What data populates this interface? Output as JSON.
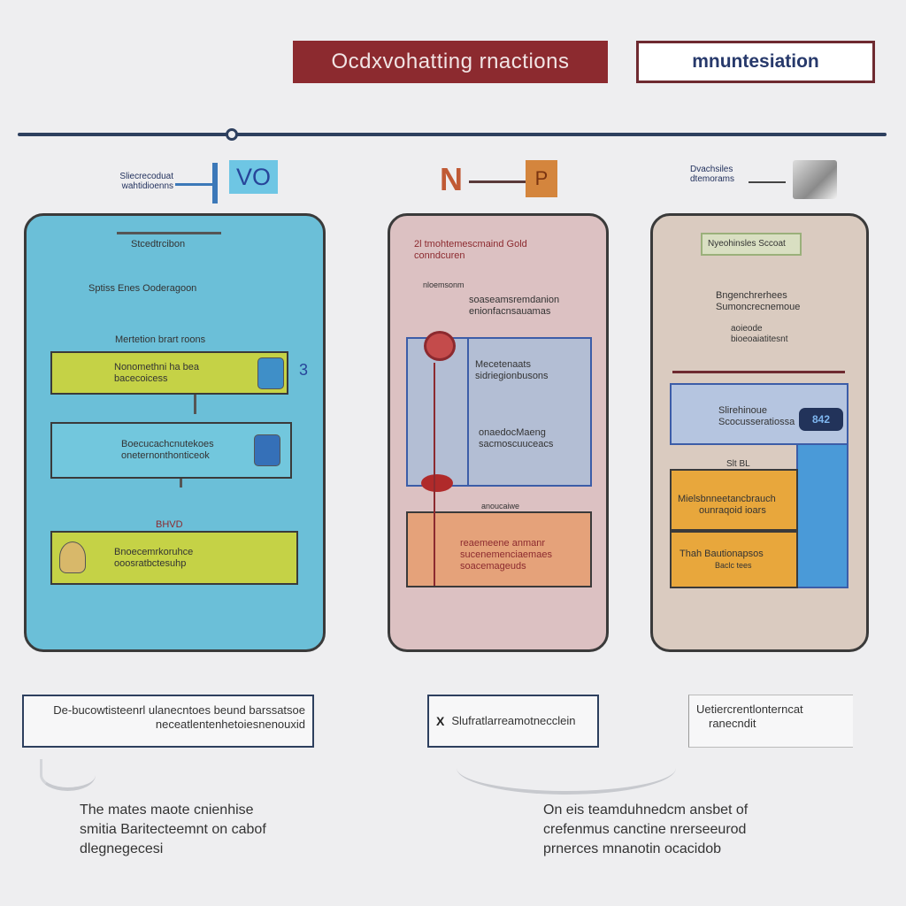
{
  "header": {
    "title": "Ocdxvohatting rnactions",
    "tag": "mnuntesiation"
  },
  "columns": {
    "c1": {
      "label": "Sliecrecoduat wahtidioenns",
      "badge": "VO"
    },
    "c2": {
      "letter": "N",
      "badge": "P"
    },
    "c3": {
      "label": "Dvachsiles dtemorams"
    }
  },
  "panel1": {
    "header": "Stcedtrcibon",
    "subtitle": "Sptiss Enes Ooderagoon",
    "note": "Mertetion brart roons",
    "row1": [
      "Nonomethni ha bea",
      "bacecoicess"
    ],
    "row2": [
      "Boecucachcnutekoes",
      "oneternonthonticeok"
    ],
    "row3_label": "BHVD",
    "row3": [
      "Bnoecemrkoruhce",
      "ooosratbctesuhp"
    ],
    "number": "3"
  },
  "panel2": {
    "header": "2l tmohtemescmaind Gold",
    "header2": "conndcuren",
    "note": "nloemsonm",
    "sub": [
      "soaseamsremdanion",
      "enionfacnsauamas"
    ],
    "box_text1": [
      "Mecetenaats",
      "sidriegionbusons"
    ],
    "box_text2": [
      "onaedocMaeng",
      "sacmoscuuceacs"
    ],
    "label": "anoucaiwe",
    "orange": [
      "reaemeene anmanr",
      "sucenemenciaemaes",
      "soacemageuds"
    ]
  },
  "panel3": {
    "header": "Nyeohinsles Sccoat",
    "text1": [
      "Bngenchrerhees",
      "Sumoncrecnemoue"
    ],
    "text2": [
      "aoieode",
      "bioeoaiatitesnt"
    ],
    "blue": [
      "Slirehinoue",
      "Scocusseratiossa"
    ],
    "screen": "842",
    "mid_label": "Slt BL",
    "orange1": [
      "Mielsbnneetancbrauch",
      "ounraqoid ioars"
    ],
    "orange2": [
      "Thah Bautionapsos",
      "Baclc tees"
    ]
  },
  "captions": {
    "c1": [
      "De-bucowtisteenrl ulanecntoes beund barssatsoe",
      "neceatlentenhetoiesnenouxid"
    ],
    "c2_mark": "X",
    "c2": "Slufratlarreamotnecclein",
    "c3": [
      "Uetiercrentlonterncat",
      "ranecndit"
    ]
  },
  "footer": {
    "left": [
      "The mates maote cnienhise",
      "smitia Baritecteemnt on cabof",
      "dlegnegecesi"
    ],
    "right": [
      "On eis teamduhnedcm ansbet of",
      "crefenmus canctine nrerseeurod",
      "prnerces mnanotin ocacidob"
    ]
  },
  "colors": {
    "title_bg": "#8c2a2f",
    "panel1": "#6bbfd8",
    "panel2": "#dcc1c2",
    "panel3": "#dacbc0",
    "row_yellow": "#c5d246",
    "accent_blue": "#3c5da8",
    "accent_orange": "#e8a73c"
  }
}
